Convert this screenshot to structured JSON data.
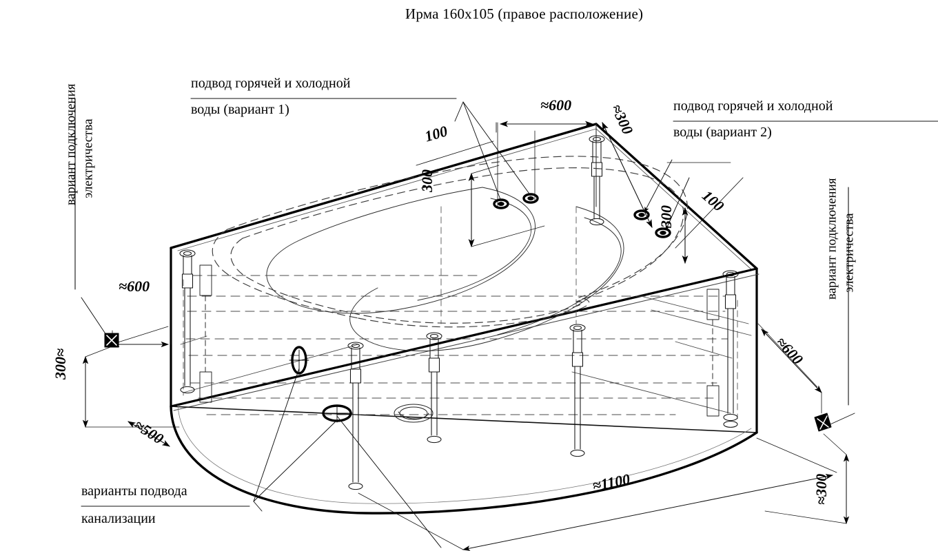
{
  "drawing": {
    "title": "Ирма 160х105 (правое расположение)",
    "type": "isometric-technical-drawing",
    "subject": "corner bathtub installation diagram",
    "line_color": "#000000",
    "background": "#ffffff"
  },
  "callouts": {
    "water_v1": {
      "line1": "подвод горячей и холодной",
      "line2": "воды (вариант 1)"
    },
    "water_v2": {
      "line1": "подвод горячей и холодной",
      "line2": "воды (вариант 2)"
    },
    "sewer": {
      "line1": "варианты подвода",
      "line2": "канализации"
    },
    "electric_left": {
      "line1": "вариант подключения",
      "line2": "электричества"
    },
    "electric_right": {
      "line1": "вариант подключения",
      "line2": "электричества"
    }
  },
  "dimensions": {
    "top_left_100": "100",
    "top_600": "≈600",
    "top_right_300": "≈300",
    "right_100": "100",
    "inner_left_300": "300",
    "inner_right_300": "300",
    "left_600": "≈600",
    "left_300": "300≈",
    "left_500": "≈500",
    "bottom_1100": "≈1100",
    "right_600": "≈600",
    "right_300": "≈300"
  },
  "symbols": {
    "outlet_left": "electrical-outlet-symbol",
    "outlet_right": "electrical-outlet-symbol",
    "water_points_v1": 2,
    "water_points_v2": 2,
    "drain_points": 2,
    "legs": 7
  }
}
